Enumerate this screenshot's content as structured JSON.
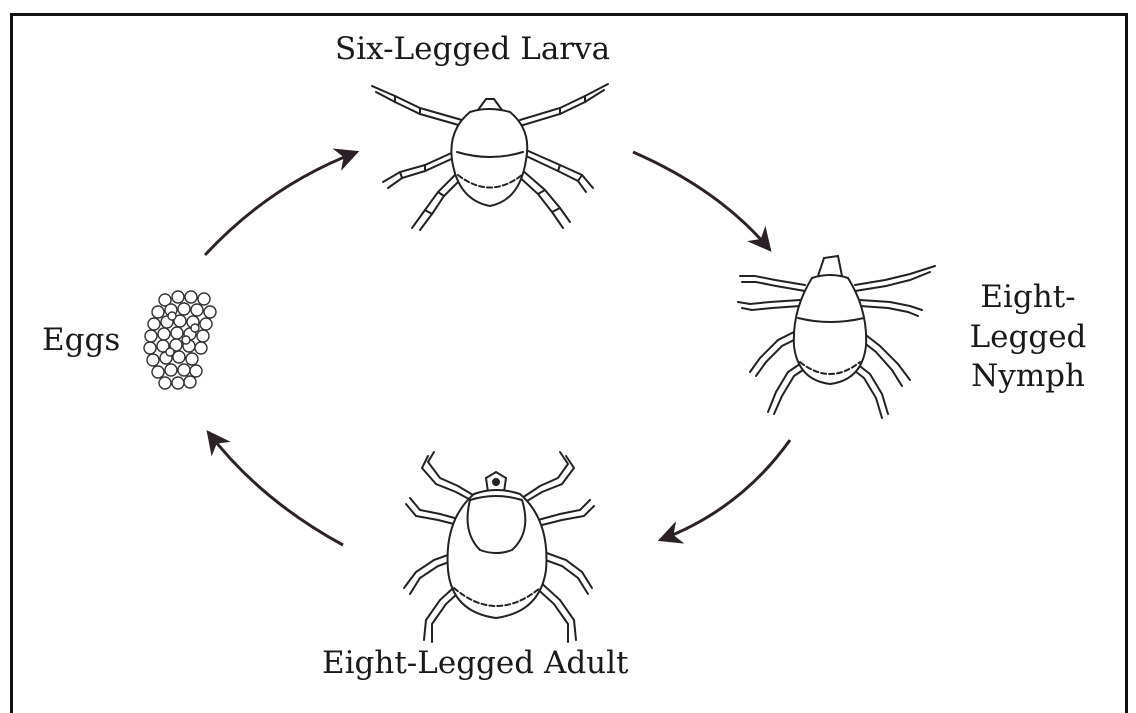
{
  "diagram": {
    "stages": {
      "larva": "Six-Legged Larva",
      "nymph_line1": "Eight-",
      "nymph_line2": "Legged",
      "nymph_line3": "Nymph",
      "adult": "Eight-Legged Adult",
      "eggs": "Eggs"
    },
    "colors": {
      "ink": "#1a1a1a",
      "arrow": "#2a2226",
      "background": "#ffffff"
    }
  }
}
